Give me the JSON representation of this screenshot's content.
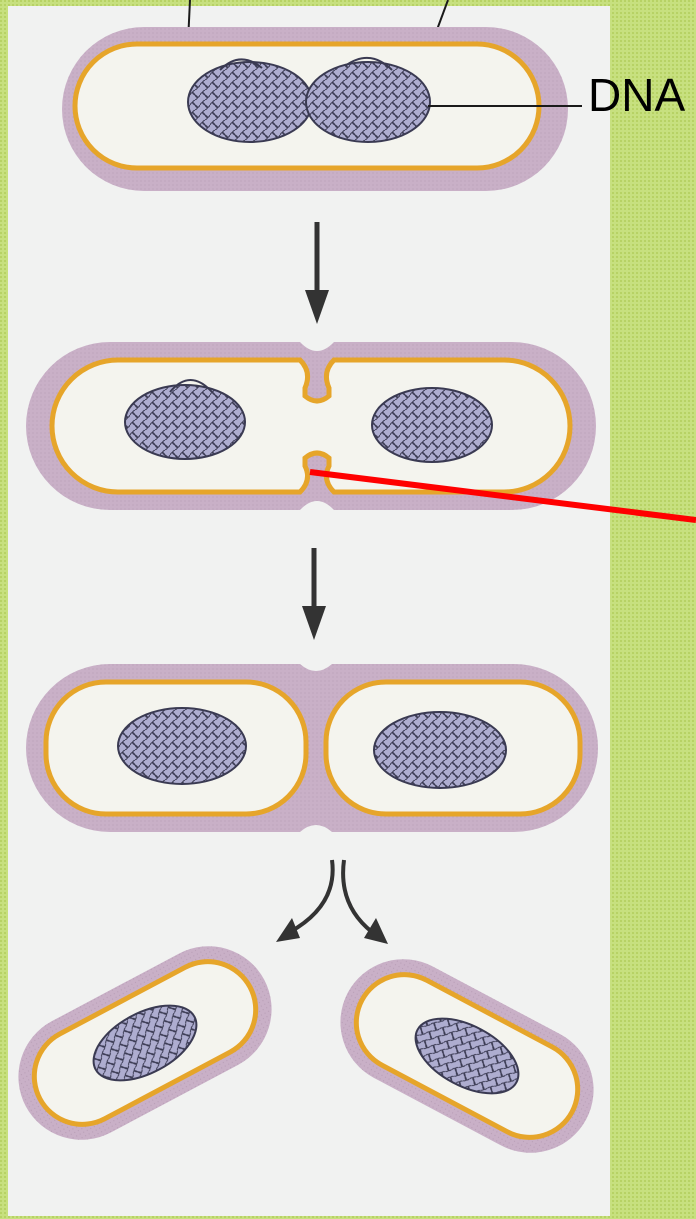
{
  "labels": {
    "dna": "DNA"
  },
  "figure": {
    "stages": [
      "parent-cell",
      "septum-forming",
      "septum-complete",
      "daughter-cells-separating"
    ],
    "colors": {
      "background": "#c7e07f",
      "panel": "#f1f2f1",
      "cell_wall": "#c9b0c7",
      "membrane": "#e6a52a",
      "cytoplasm": "#f4f4ee",
      "dna_fill": "#aeadd0",
      "dna_strand": "#3a3a52",
      "arrow": "#333333",
      "pointer_line": "#ff0000"
    }
  }
}
